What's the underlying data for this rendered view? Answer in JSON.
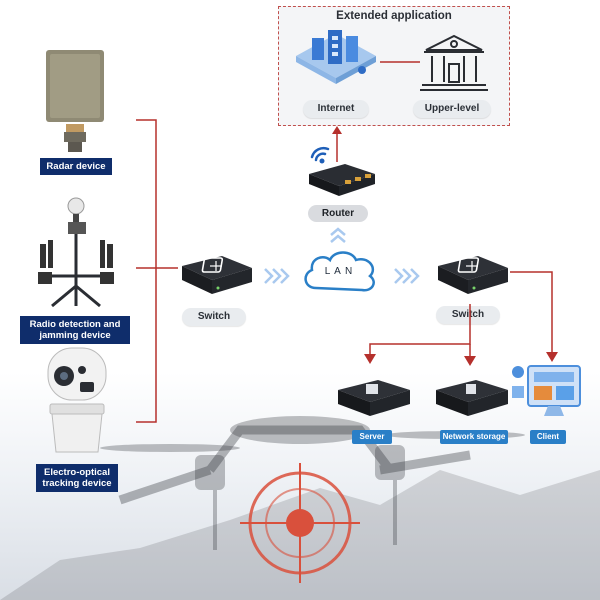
{
  "extended": {
    "title": "Extended application",
    "internet": "Internet",
    "upper_level": "Upper-level"
  },
  "router": {
    "label": "Router"
  },
  "lan": {
    "label": "L A N"
  },
  "left_devices": [
    {
      "label": "Radar device"
    },
    {
      "label": "Radio detection and jamming device"
    },
    {
      "label": "Electro-optical tracking device"
    }
  ],
  "switches": [
    {
      "label": "Switch"
    },
    {
      "label": "Switch"
    }
  ],
  "endpoints": [
    {
      "label": "Server"
    },
    {
      "label": "Network storage"
    },
    {
      "label": "Client"
    }
  ],
  "colors": {
    "connector_red": "#b5302c",
    "label_navy": "#0f2d6b",
    "tag_blue": "#2a7fc7",
    "arrow_light_blue": "#a9c9ef"
  }
}
